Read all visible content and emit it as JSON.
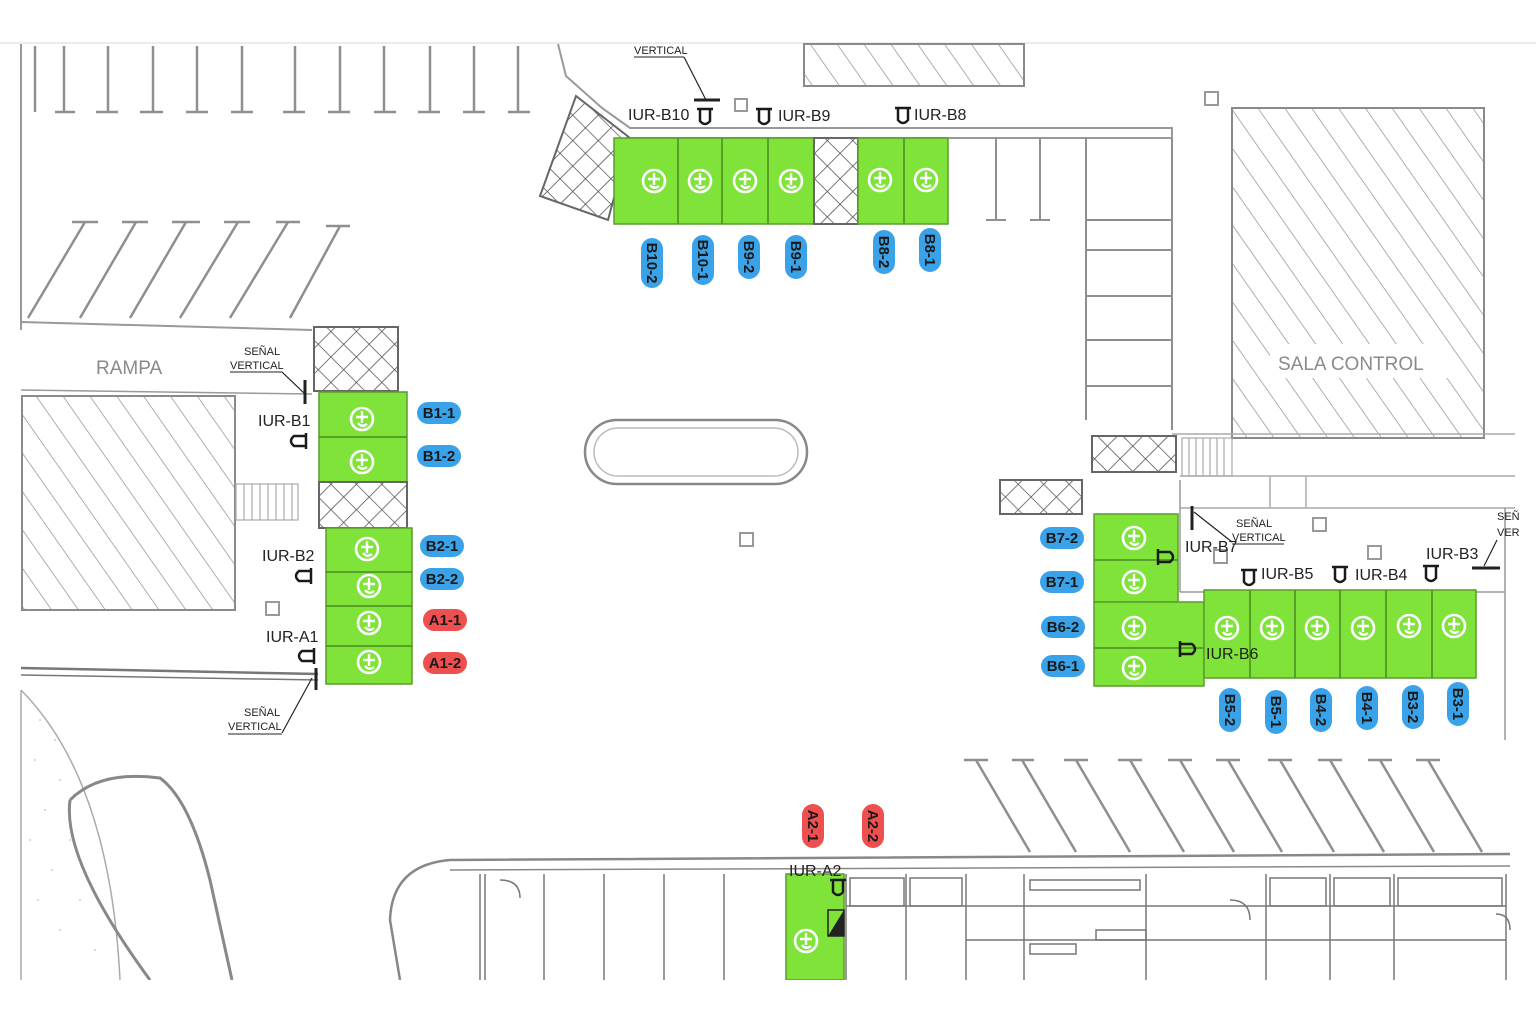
{
  "labels": {
    "rampa": "RAMPA",
    "sala_control": "SALA CONTROL",
    "senal_vertical": "SEÑAL",
    "vertical": "VERTICAL",
    "senal_cut": "SEÑ",
    "vertical_cut": "VER"
  },
  "colors": {
    "spot": "#7fe33a",
    "blue_tag": "#3aa2e8",
    "red_tag": "#ee4f4f",
    "line": "#8f8f8f",
    "dark": "#2b2b2b"
  },
  "points": [
    {
      "id": "p-b10",
      "label": "IUR-B10"
    },
    {
      "id": "p-b9",
      "label": "IUR-B9"
    },
    {
      "id": "p-b8",
      "label": "IUR-B8"
    },
    {
      "id": "p-b1",
      "label": "IUR-B1"
    },
    {
      "id": "p-b2",
      "label": "IUR-B2"
    },
    {
      "id": "p-a1",
      "label": "IUR-A1"
    },
    {
      "id": "p-b7",
      "label": "IUR-B7"
    },
    {
      "id": "p-b5",
      "label": "IUR-B5"
    },
    {
      "id": "p-b4",
      "label": "IUR-B4"
    },
    {
      "id": "p-b3",
      "label": "IUR-B3"
    },
    {
      "id": "p-b6",
      "label": "IUR-B6"
    },
    {
      "id": "p-a2",
      "label": "IUR-A2"
    }
  ],
  "tags": [
    {
      "id": "B10-2",
      "color": "blue"
    },
    {
      "id": "B10-1",
      "color": "blue"
    },
    {
      "id": "B9-2",
      "color": "blue"
    },
    {
      "id": "B9-1",
      "color": "blue"
    },
    {
      "id": "B8-2",
      "color": "blue"
    },
    {
      "id": "B8-1",
      "color": "blue"
    },
    {
      "id": "B1-1",
      "color": "blue"
    },
    {
      "id": "B1-2",
      "color": "blue"
    },
    {
      "id": "B2-1",
      "color": "blue"
    },
    {
      "id": "B2-2",
      "color": "blue"
    },
    {
      "id": "A1-1",
      "color": "red"
    },
    {
      "id": "A1-2",
      "color": "red"
    },
    {
      "id": "B7-2",
      "color": "blue"
    },
    {
      "id": "B7-1",
      "color": "blue"
    },
    {
      "id": "B6-2",
      "color": "blue"
    },
    {
      "id": "B6-1",
      "color": "blue"
    },
    {
      "id": "B5-2",
      "color": "blue"
    },
    {
      "id": "B5-1",
      "color": "blue"
    },
    {
      "id": "B4-2",
      "color": "blue"
    },
    {
      "id": "B4-1",
      "color": "blue"
    },
    {
      "id": "B3-2",
      "color": "blue"
    },
    {
      "id": "B3-1",
      "color": "blue"
    },
    {
      "id": "A2-1",
      "color": "red"
    },
    {
      "id": "A2-2",
      "color": "red"
    }
  ]
}
